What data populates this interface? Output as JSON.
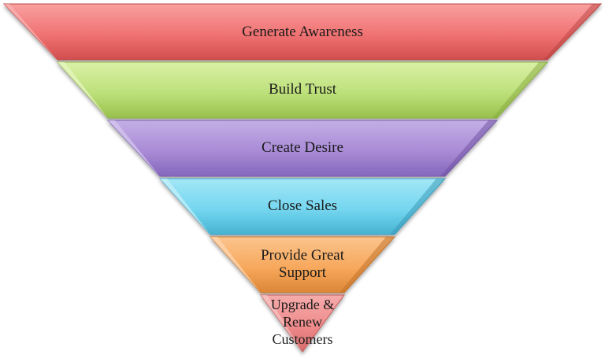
{
  "funnel": {
    "stages": [
      {
        "label": "Generate Awareness",
        "color": "#f27c7c",
        "edge": "#c94b4b"
      },
      {
        "label": "Build Trust",
        "color": "#bfe07a",
        "edge": "#8fb244"
      },
      {
        "label": "Create Desire",
        "color": "#a98bd6",
        "edge": "#7c5fb0"
      },
      {
        "label": "Close Sales",
        "color": "#74d6ef",
        "edge": "#3fa8c8"
      },
      {
        "label": "Provide Great\nSupport",
        "color": "#f7a85c",
        "edge": "#d07a2a"
      },
      {
        "label": "Upgrade &\nRenew\nCustomers",
        "color": "#ef8b8b",
        "edge": "#c95a5a"
      }
    ]
  }
}
